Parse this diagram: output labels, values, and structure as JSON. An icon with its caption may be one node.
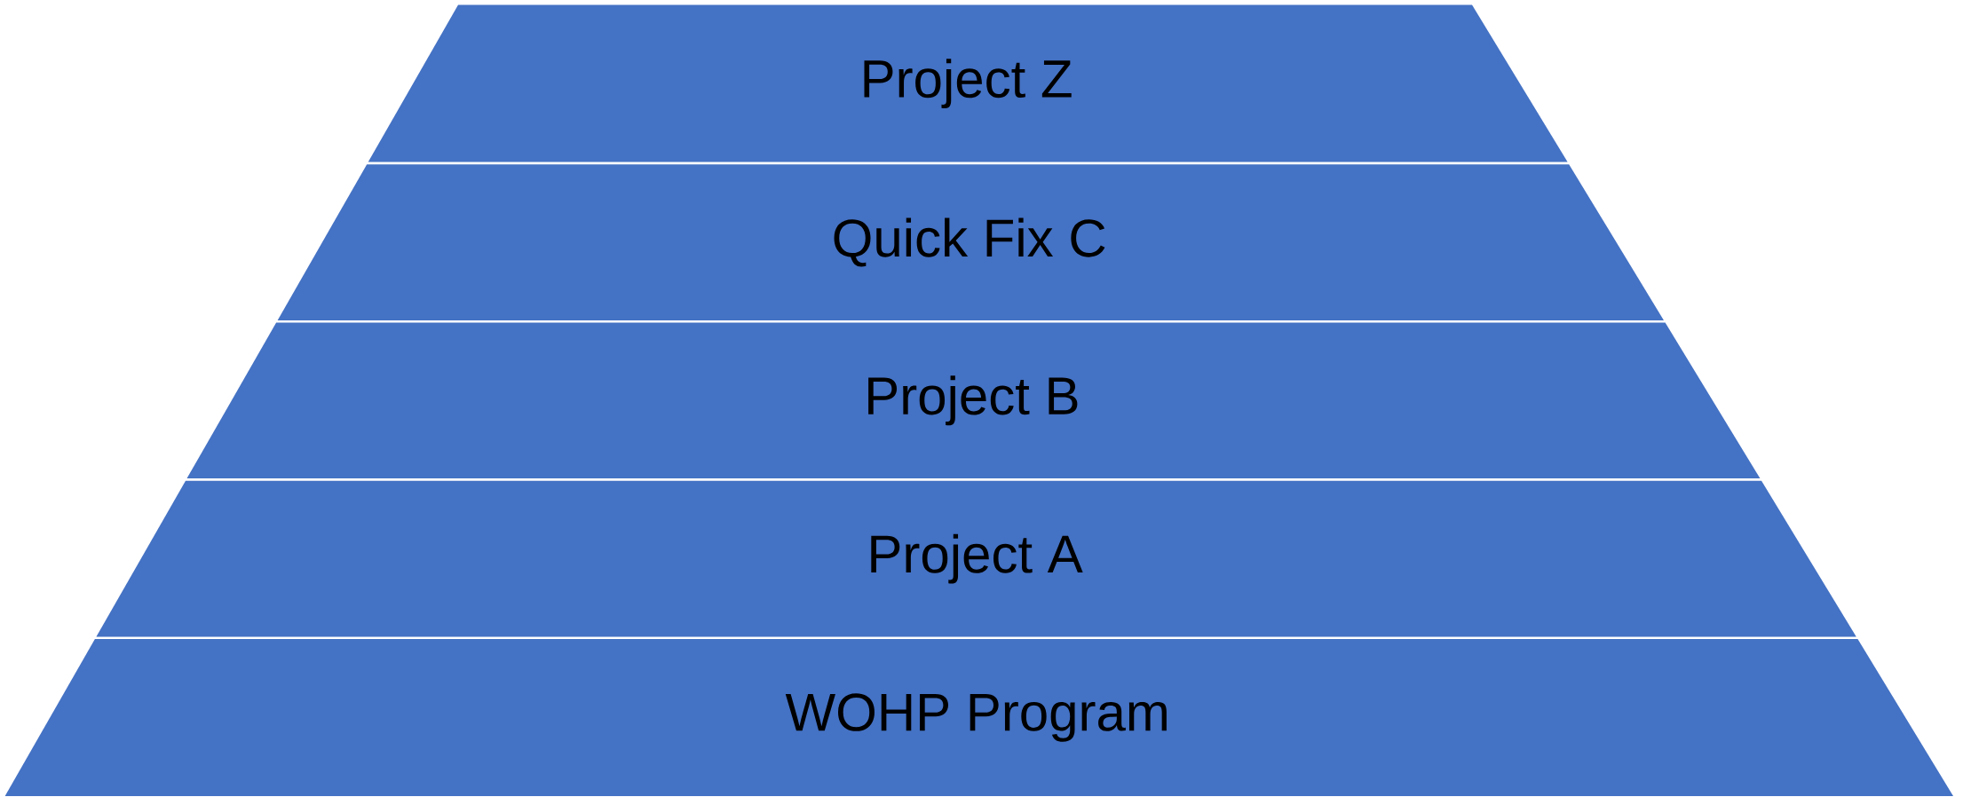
{
  "diagram": {
    "nodes": [
      {
        "text": [
          "Project Z"
        ]
      },
      {
        "text": [
          "Quick Fix C"
        ]
      },
      {
        "text": [
          "Project B"
        ]
      },
      {
        "text": [
          "Project A"
        ]
      },
      {
        "text": [
          "WOHP Program"
        ]
      }
    ]
  }
}
